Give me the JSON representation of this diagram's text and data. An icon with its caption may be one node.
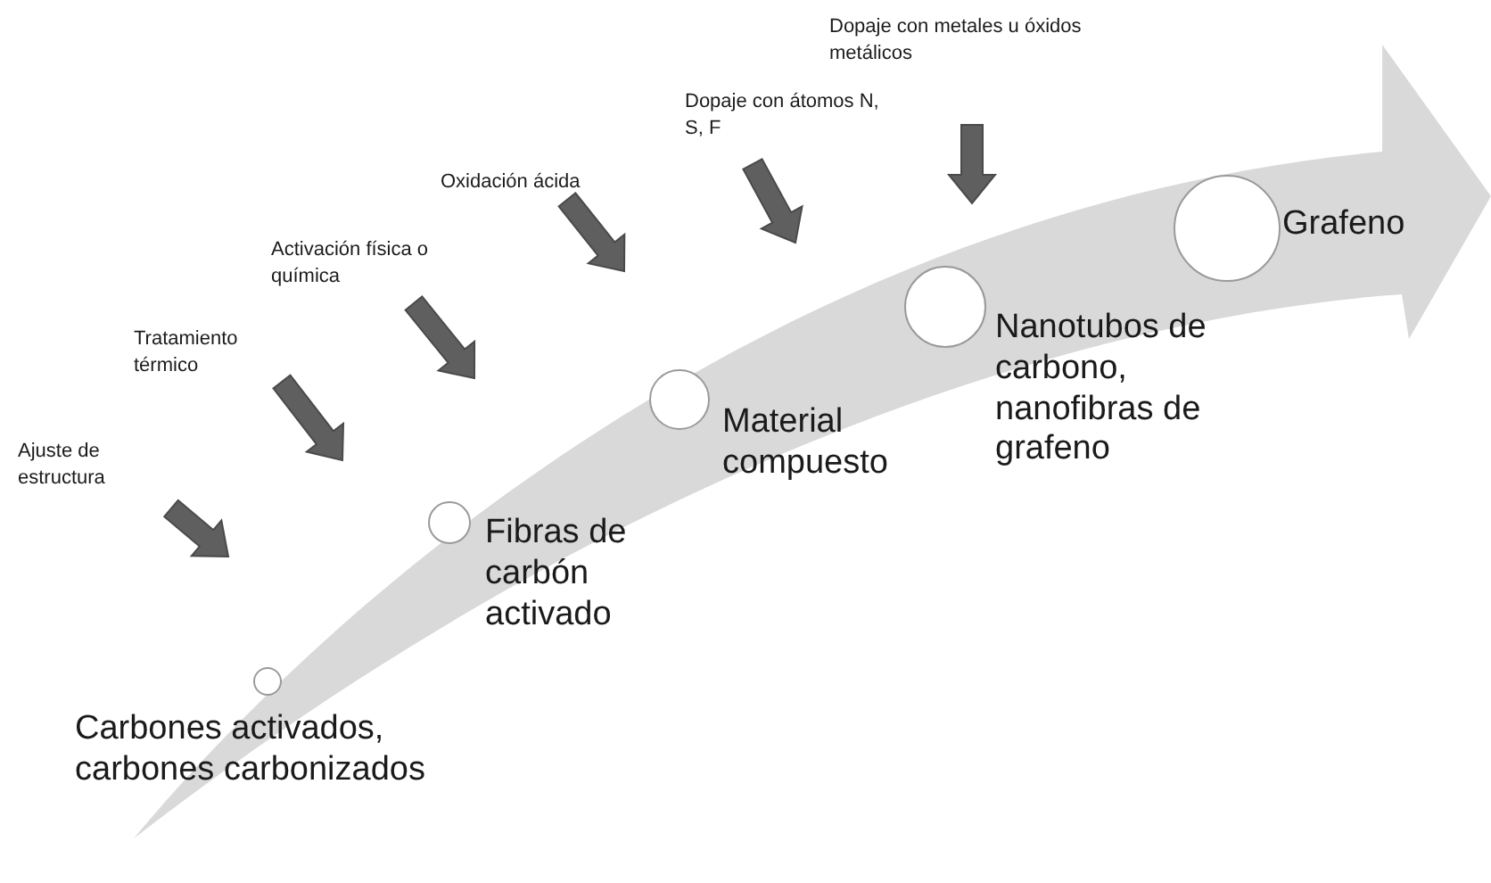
{
  "diagram": {
    "nodes": [
      {
        "text": [],
        "shape": "circle",
        "beside": [
          "Carbones activados, carbones carbonizados"
        ]
      },
      {
        "text": [],
        "shape": "circle",
        "beside": [
          "Fibras de carbón activado"
        ]
      },
      {
        "text": [],
        "shape": "circle",
        "beside": [
          "Material compuesto"
        ]
      },
      {
        "text": [],
        "shape": "circle",
        "beside": [
          "Nanotubos de carbono, nanofibras de grafeno"
        ]
      },
      {
        "text": [],
        "shape": "circle",
        "beside": [
          "Grafeno"
        ]
      }
    ],
    "labels": [
      "Dopaje con metales u óxidos metálicos",
      "Dopaje con átomos N, S, F",
      "Oxidación ácida",
      "Activación física o química",
      "Tratamiento térmico",
      "Ajuste de estructura"
    ]
  }
}
